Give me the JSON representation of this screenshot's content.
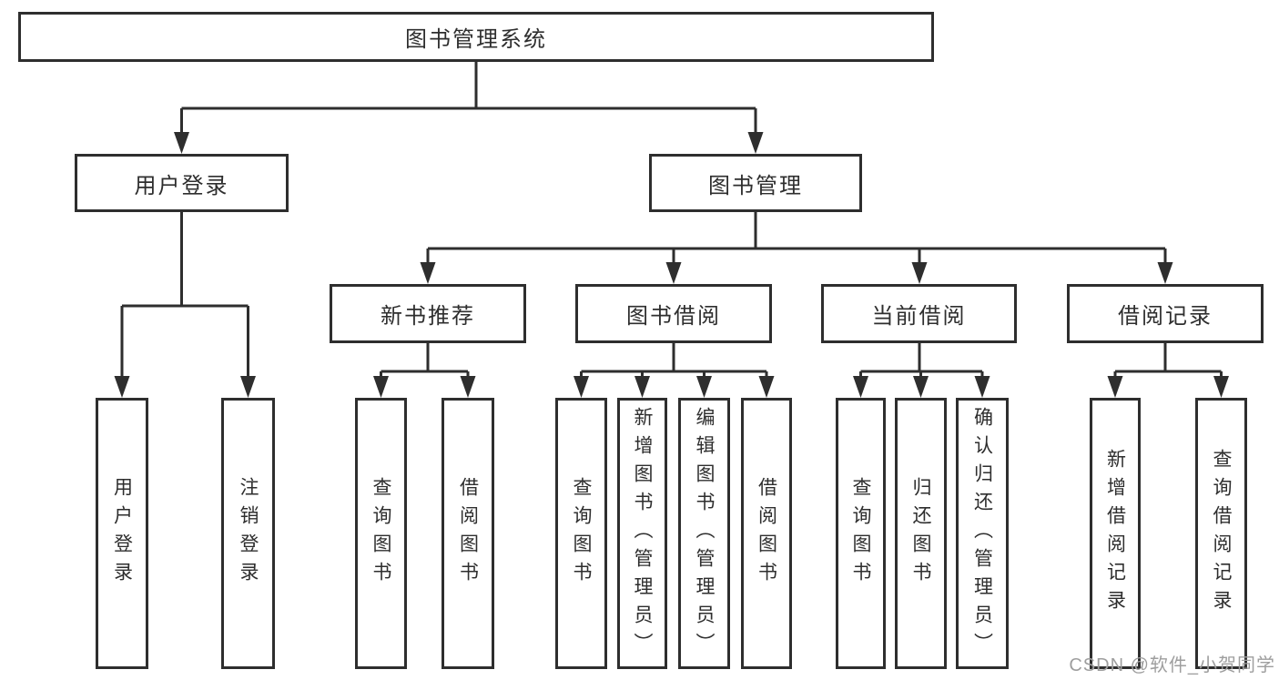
{
  "colors": {
    "line": "#2e2e2e",
    "box_border": "#2e2e2e",
    "text": "#2e2e2e",
    "background": "#ffffff",
    "watermark_text": "#9e9e9e"
  },
  "diagram_type": "hierarchy-tree",
  "tree": {
    "label": "图书管理系统",
    "children": [
      {
        "label": "用户登录",
        "children": [
          {
            "label": "用户登录"
          },
          {
            "label": "注销登录"
          }
        ]
      },
      {
        "label": "图书管理",
        "children": [
          {
            "label": "新书推荐",
            "children": [
              {
                "label": "查询图书"
              },
              {
                "label": "借阅图书"
              }
            ]
          },
          {
            "label": "图书借阅",
            "children": [
              {
                "label": "查询图书"
              },
              {
                "label": "新增图书（管理员）"
              },
              {
                "label": "编辑图书（管理员）"
              },
              {
                "label": "借阅图书"
              }
            ]
          },
          {
            "label": "当前借阅",
            "children": [
              {
                "label": "查询图书"
              },
              {
                "label": "归还图书"
              },
              {
                "label": "确认归还（管理员）"
              }
            ]
          },
          {
            "label": "借阅记录",
            "children": [
              {
                "label": "新增借阅记录"
              },
              {
                "label": "查询借阅记录"
              }
            ]
          }
        ]
      }
    ]
  },
  "watermark": {
    "text": "CSDN @软件_小贺同学"
  }
}
